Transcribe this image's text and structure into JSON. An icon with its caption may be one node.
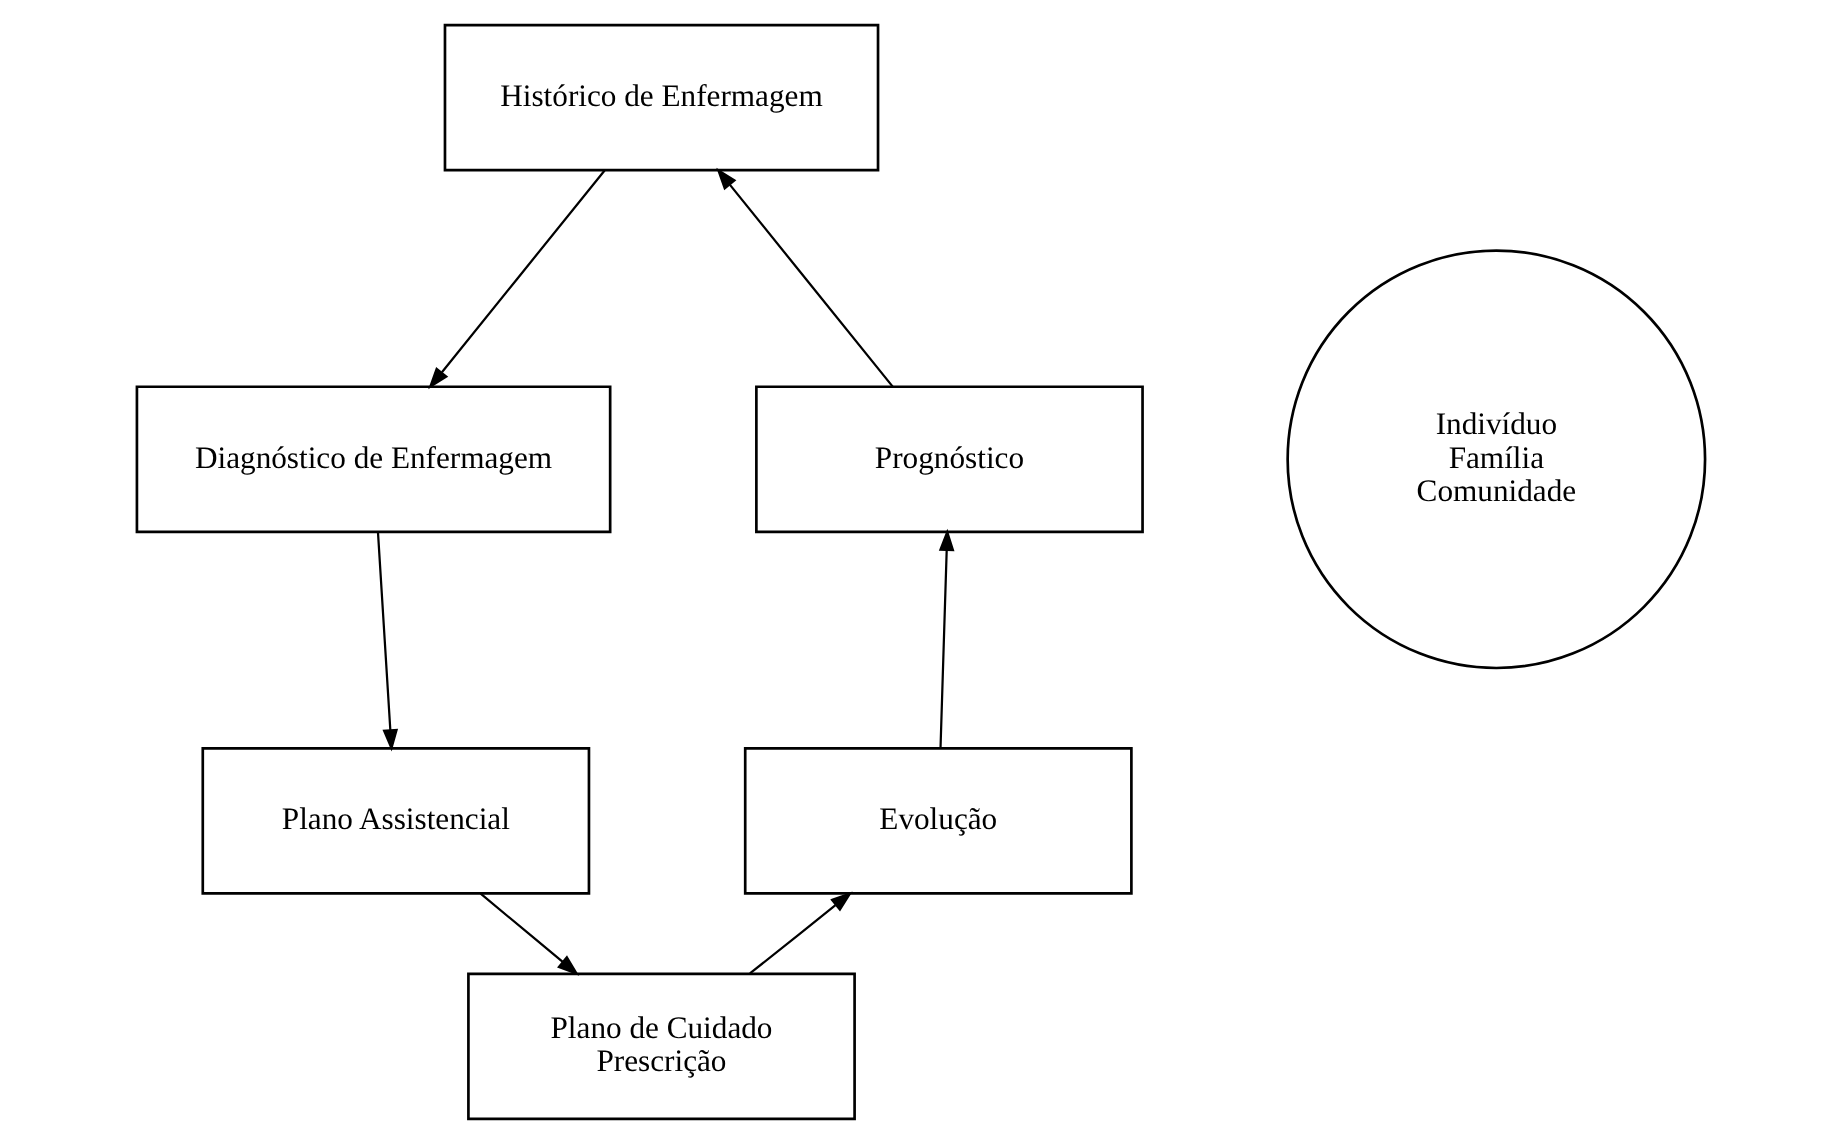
{
  "diagram": {
    "nodes": [
      {
        "text": [
          "Histórico de Enfermagem"
        ]
      },
      {
        "text": [
          "Diagnóstico de Enfermagem"
        ]
      },
      {
        "text": [
          "Plano Assistencial"
        ]
      },
      {
        "text": [
          "Plano de Cuidado",
          "Prescrição"
        ]
      },
      {
        "text": [
          "Evolução"
        ]
      },
      {
        "text": [
          "Prognóstico"
        ]
      },
      {
        "text": [
          "Indivíduo",
          "Família",
          "Comunidade"
        ]
      }
    ],
    "edges": [
      {
        "from": 0,
        "to": 1,
        "arrow": "to"
      },
      {
        "from": 1,
        "to": 2,
        "arrow": "to"
      },
      {
        "from": 2,
        "to": 3,
        "arrow": "to"
      },
      {
        "from": 3,
        "to": 4,
        "arrow": "to"
      },
      {
        "from": 4,
        "to": 5,
        "arrow": "to"
      },
      {
        "from": 5,
        "to": 0,
        "arrow": "to"
      }
    ]
  }
}
